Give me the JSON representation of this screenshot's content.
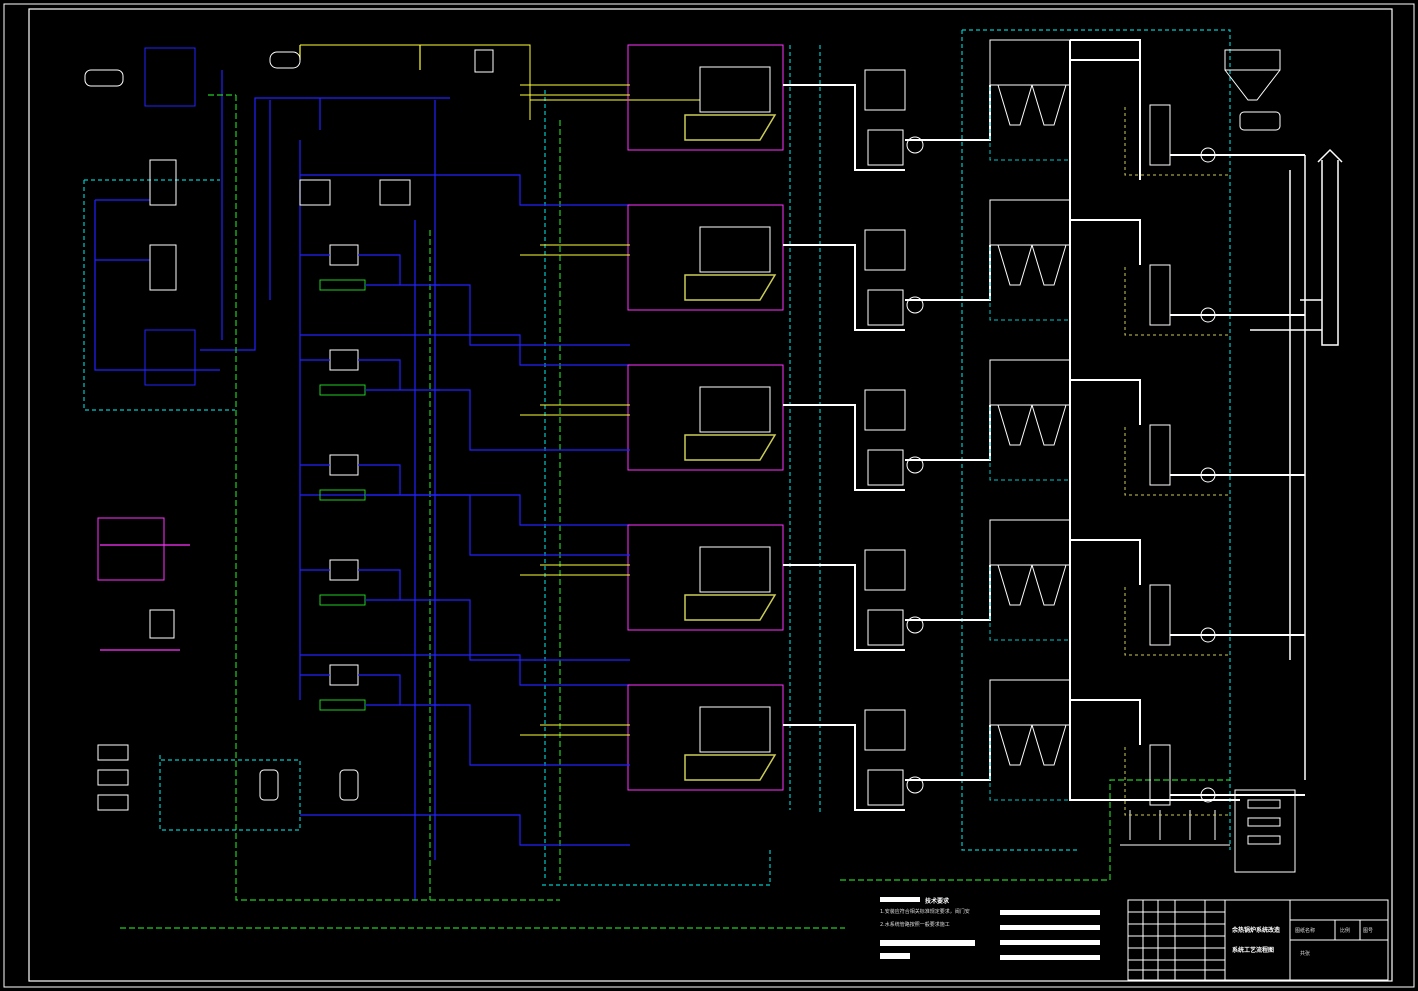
{
  "drawing": {
    "notes_heading": "技术要求",
    "notes_lines": [
      "1.安装应符合相关标准规定要求，阀门安",
      "2.水系统管路按照一般要求施工"
    ],
    "title_block": {
      "project_line_1": "余热锅炉系统改造",
      "project_line_2": "系统工艺流程图",
      "header_cells": [
        "图纸名称",
        "比例",
        "图号",
        "共张"
      ]
    }
  },
  "colors": {
    "background": "#000000",
    "frame": "#ffffff",
    "water_line": "#2222ff",
    "condensate_line": "#22cc22",
    "cooling_line": "#00c8c8",
    "gas_line": "#ffffff",
    "fuel_line": "#ffff33",
    "equipment_outline": "#ff33ff",
    "unit_accent": "#cccc55"
  },
  "icons": {
    "chimney": "chimney-icon",
    "hopper": "hopper-icon",
    "pump": "pump-icon",
    "tank": "tank-icon",
    "boiler": "boiler-icon",
    "fan": "fan-icon",
    "filter": "bag-filter-icon",
    "scrubber": "scrubber-icon"
  }
}
